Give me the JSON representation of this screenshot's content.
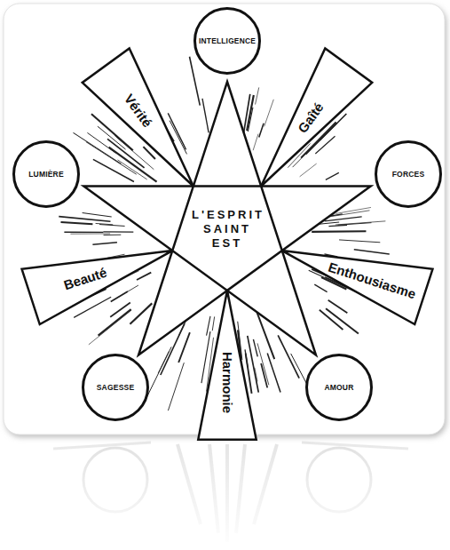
{
  "diagram": {
    "nodes": [
      {
        "text": [
          "L'ESPRIT SAINT EST"
        ]
      },
      {
        "text": [
          "INTELLIGENCE"
        ]
      },
      {
        "text": [
          "LUMIÈRE"
        ]
      },
      {
        "text": [
          "FORCES"
        ]
      },
      {
        "text": [
          "SAGESSE"
        ]
      },
      {
        "text": [
          "AMOUR"
        ]
      }
    ],
    "labels": [
      "Vérité",
      "Gaîté",
      "Beauté",
      "Enthousiasme",
      "Harmonie"
    ]
  }
}
